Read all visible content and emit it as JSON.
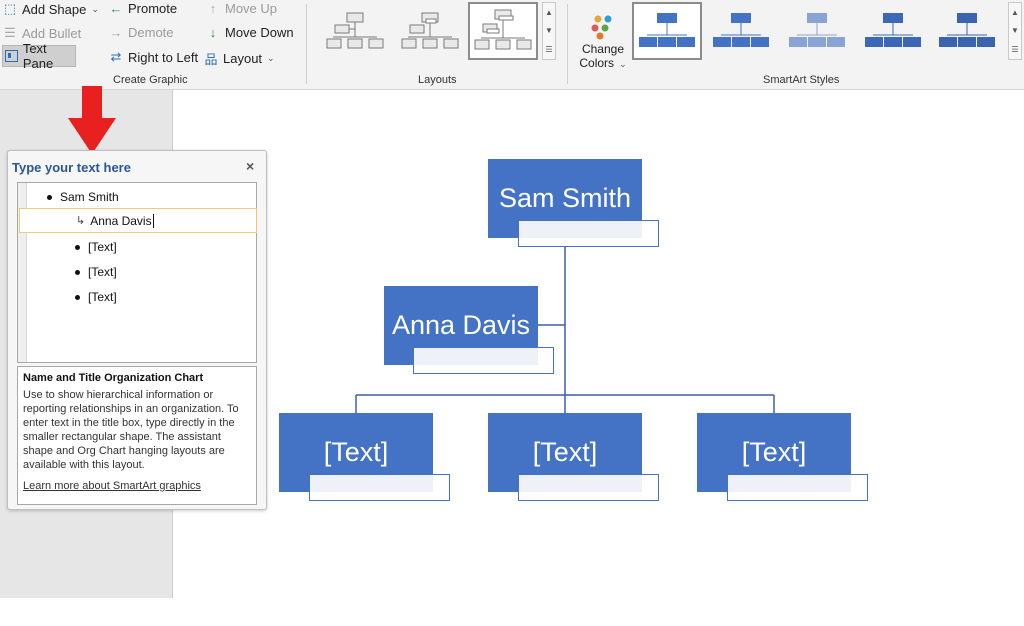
{
  "ribbon": {
    "create_graphic": {
      "add_shape": "Add Shape",
      "add_bullet": "Add Bullet",
      "text_pane": "Text Pane",
      "promote": "Promote",
      "demote": "Demote",
      "right_to_left": "Right to Left",
      "move_up": "Move Up",
      "move_down": "Move Down",
      "layout": "Layout",
      "group_label": "Create Graphic"
    },
    "layouts": {
      "group_label": "Layouts"
    },
    "smartart_styles": {
      "change_colors_line1": "Change",
      "change_colors_line2": "Colors",
      "group_label": "SmartArt Styles"
    },
    "colors": {
      "accent": "#4472c4",
      "selected_border": "#8c8c8c"
    }
  },
  "text_pane": {
    "title": "Type your text here",
    "close": "×",
    "items": [
      {
        "text": "Sam Smith"
      },
      {
        "text": "Anna Davis"
      },
      {
        "text": "[Text]"
      },
      {
        "text": "[Text]"
      },
      {
        "text": "[Text]"
      }
    ],
    "description_title": "Name and Title Organization Chart",
    "description": "Use to show hierarchical information or reporting relationships in an organization. To enter text in the title box, type directly in the smaller rectangular shape. The assistant shape and Org Chart hanging layouts are available with this layout.",
    "learn_more": "Learn more about SmartArt graphics"
  },
  "org_chart": {
    "top": "Sam Smith",
    "assistant": "Anna Davis",
    "children": [
      "[Text]",
      "[Text]",
      "[Text]"
    ],
    "node_color": "#4472c4",
    "line_color": "#3f5fa8"
  },
  "annotation": {
    "arrow_color": "#e8201f"
  }
}
